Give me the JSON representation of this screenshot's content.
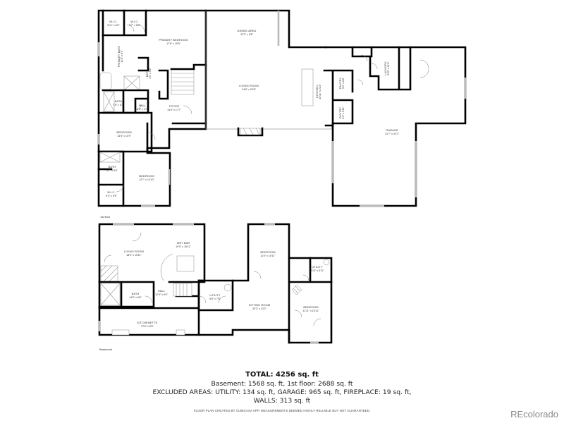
{
  "floors": {
    "first": {
      "label": "1st floor",
      "rooms": [
        {
          "name": "W.I.C.",
          "dims": "5'11\" x 6'0\""
        },
        {
          "name": "W.I.C.",
          "dims": "5'7\" x 6'0\""
        },
        {
          "name": "PRIMARY BEDROOM",
          "dims": "17'6\" x 19'5\""
        },
        {
          "name": "PRIMARY BATH",
          "dims": "11'8\" x 9'1\""
        },
        {
          "name": "BATH",
          "dims": "4'3\" x 5'2\""
        },
        {
          "name": "DINING AREA",
          "dims": "23'2\" x 8'8\""
        },
        {
          "name": "LIVING ROOM",
          "dims": "24'6\" x 20'8\""
        },
        {
          "name": "KITCHEN",
          "dims": "10'11\" x 22'2\""
        },
        {
          "name": "PANTRY",
          "dims": "5'2\" x 6'8\""
        },
        {
          "name": "PANTRY",
          "dims": "5'2\" x 5'11\""
        },
        {
          "name": "LAUNDRY",
          "dims": "8'11\" x 11'6\""
        },
        {
          "name": "GARAGE",
          "dims": "31'7\" x 32'2\""
        },
        {
          "name": "BATH",
          "dims": "7'6\" x 6'3\""
        },
        {
          "name": "HALL",
          "dims": "4'5\" x 4'7\""
        },
        {
          "name": "FOYER",
          "dims": "14'6\" x 17'7\""
        },
        {
          "name": "BEDROOM",
          "dims": "14'5\" x 10'9\""
        },
        {
          "name": "BATH",
          "dims": "4'7\" x 8'6\""
        },
        {
          "name": "W.I.C.",
          "dims": "6'3\" x 5'5\""
        },
        {
          "name": "BEDROOM",
          "dims": "12'7\" x 14'10\""
        }
      ]
    },
    "basement": {
      "label": "Basement",
      "rooms": [
        {
          "name": "LIVING ROOM",
          "dims": "18'3\" x 15'11\""
        },
        {
          "name": "WET BAR",
          "dims": "10'5\" x 15'11\""
        },
        {
          "name": "BATH",
          "dims": "14'5\" x 6'6\""
        },
        {
          "name": "HALL",
          "dims": "12'5\" x 6'6\""
        },
        {
          "name": "UTILITY",
          "dims": "9'8\" x 7'6\""
        },
        {
          "name": "KITCHENETTE",
          "dims": "27'6\" x 8'5\""
        },
        {
          "name": "BEDROOM",
          "dims": "11'0\" x 15'11\""
        },
        {
          "name": "UTILITY",
          "dims": "8'10\" x 6'11\""
        },
        {
          "name": "SITTING ROOM",
          "dims": "25'2\" x 13'2\""
        },
        {
          "name": "BEDROOM",
          "dims": "11'11\" x 15'11\""
        }
      ]
    }
  },
  "summary": {
    "total": "TOTAL: 4256 sq. ft",
    "breakdown": "Basement: 1568 sq. ft, 1st floor: 2688 sq. ft",
    "excluded": "EXCLUDED AREAS: UTILITY: 134 sq. ft, GARAGE: 965 sq. ft, FIREPLACE: 19 sq. ft,",
    "walls": "WALLS: 313 sq. ft",
    "disclaimer": "FLOOR PLAN CREATED BY CUBICASA APP. MEASUREMENTS DEEMED HIGHLY RELIABLE BUT NOT GUARANTEED."
  },
  "brand": "REcolorado"
}
